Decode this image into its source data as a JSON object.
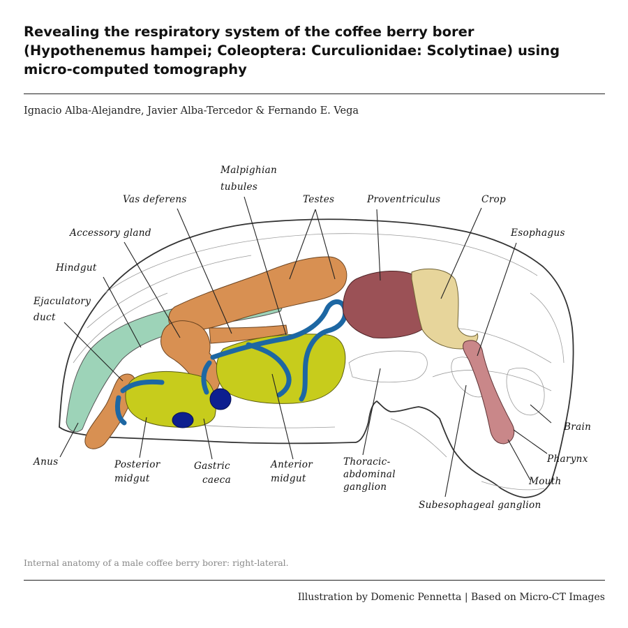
{
  "header": {
    "title": "Revealing the respiratory system of the coffee berry borer (Hypothenemus hampei; Coleoptera: Curculionidae: Scolytinae) using micro-computed tomography",
    "authors": "Ignacio Alba-Alejandre, Javier Alba-Tercedor & Fernando E. Vega"
  },
  "figure": {
    "labels": {
      "malpighian_1": "Malpighian",
      "malpighian_2": "tubules",
      "vas_deferens": "Vas deferens",
      "testes": "Testes",
      "proventriculus": "Proventriculus",
      "crop": "Crop",
      "accessory_gland": "Accessory gland",
      "esophagus": "Esophagus",
      "hindgut": "Hindgut",
      "ejaculatory_1": "Ejaculatory",
      "ejaculatory_2": "duct",
      "brain": "Brain",
      "pharynx": "Pharynx",
      "mouth": "Mouth",
      "anus": "Anus",
      "posterior_1": "Posterior",
      "posterior_2": "midgut",
      "gastric_1": "Gastric",
      "gastric_2": "caeca",
      "anterior_1": "Anterior",
      "anterior_2": "midgut",
      "thoracic_1": "Thoracic-",
      "thoracic_2": "abdominal",
      "thoracic_3": "ganglion",
      "subesophageal": "Subesophageal ganglion"
    },
    "colors": {
      "hindgut": "#9dd3b8",
      "testes": "#d89052",
      "malpighian": "#1d67a3",
      "midgut": "#c7cc1c",
      "gastric_caeca": "#0d1f8f",
      "proventriculus": "#9b5156",
      "crop": "#e7d59b",
      "esophagus": "#c98789"
    }
  },
  "footer": {
    "caption": "Internal anatomy of a male coffee berry borer: right-lateral.",
    "credit": "Illustration by Domenic Pennetta | Based on Micro-CT Images"
  }
}
